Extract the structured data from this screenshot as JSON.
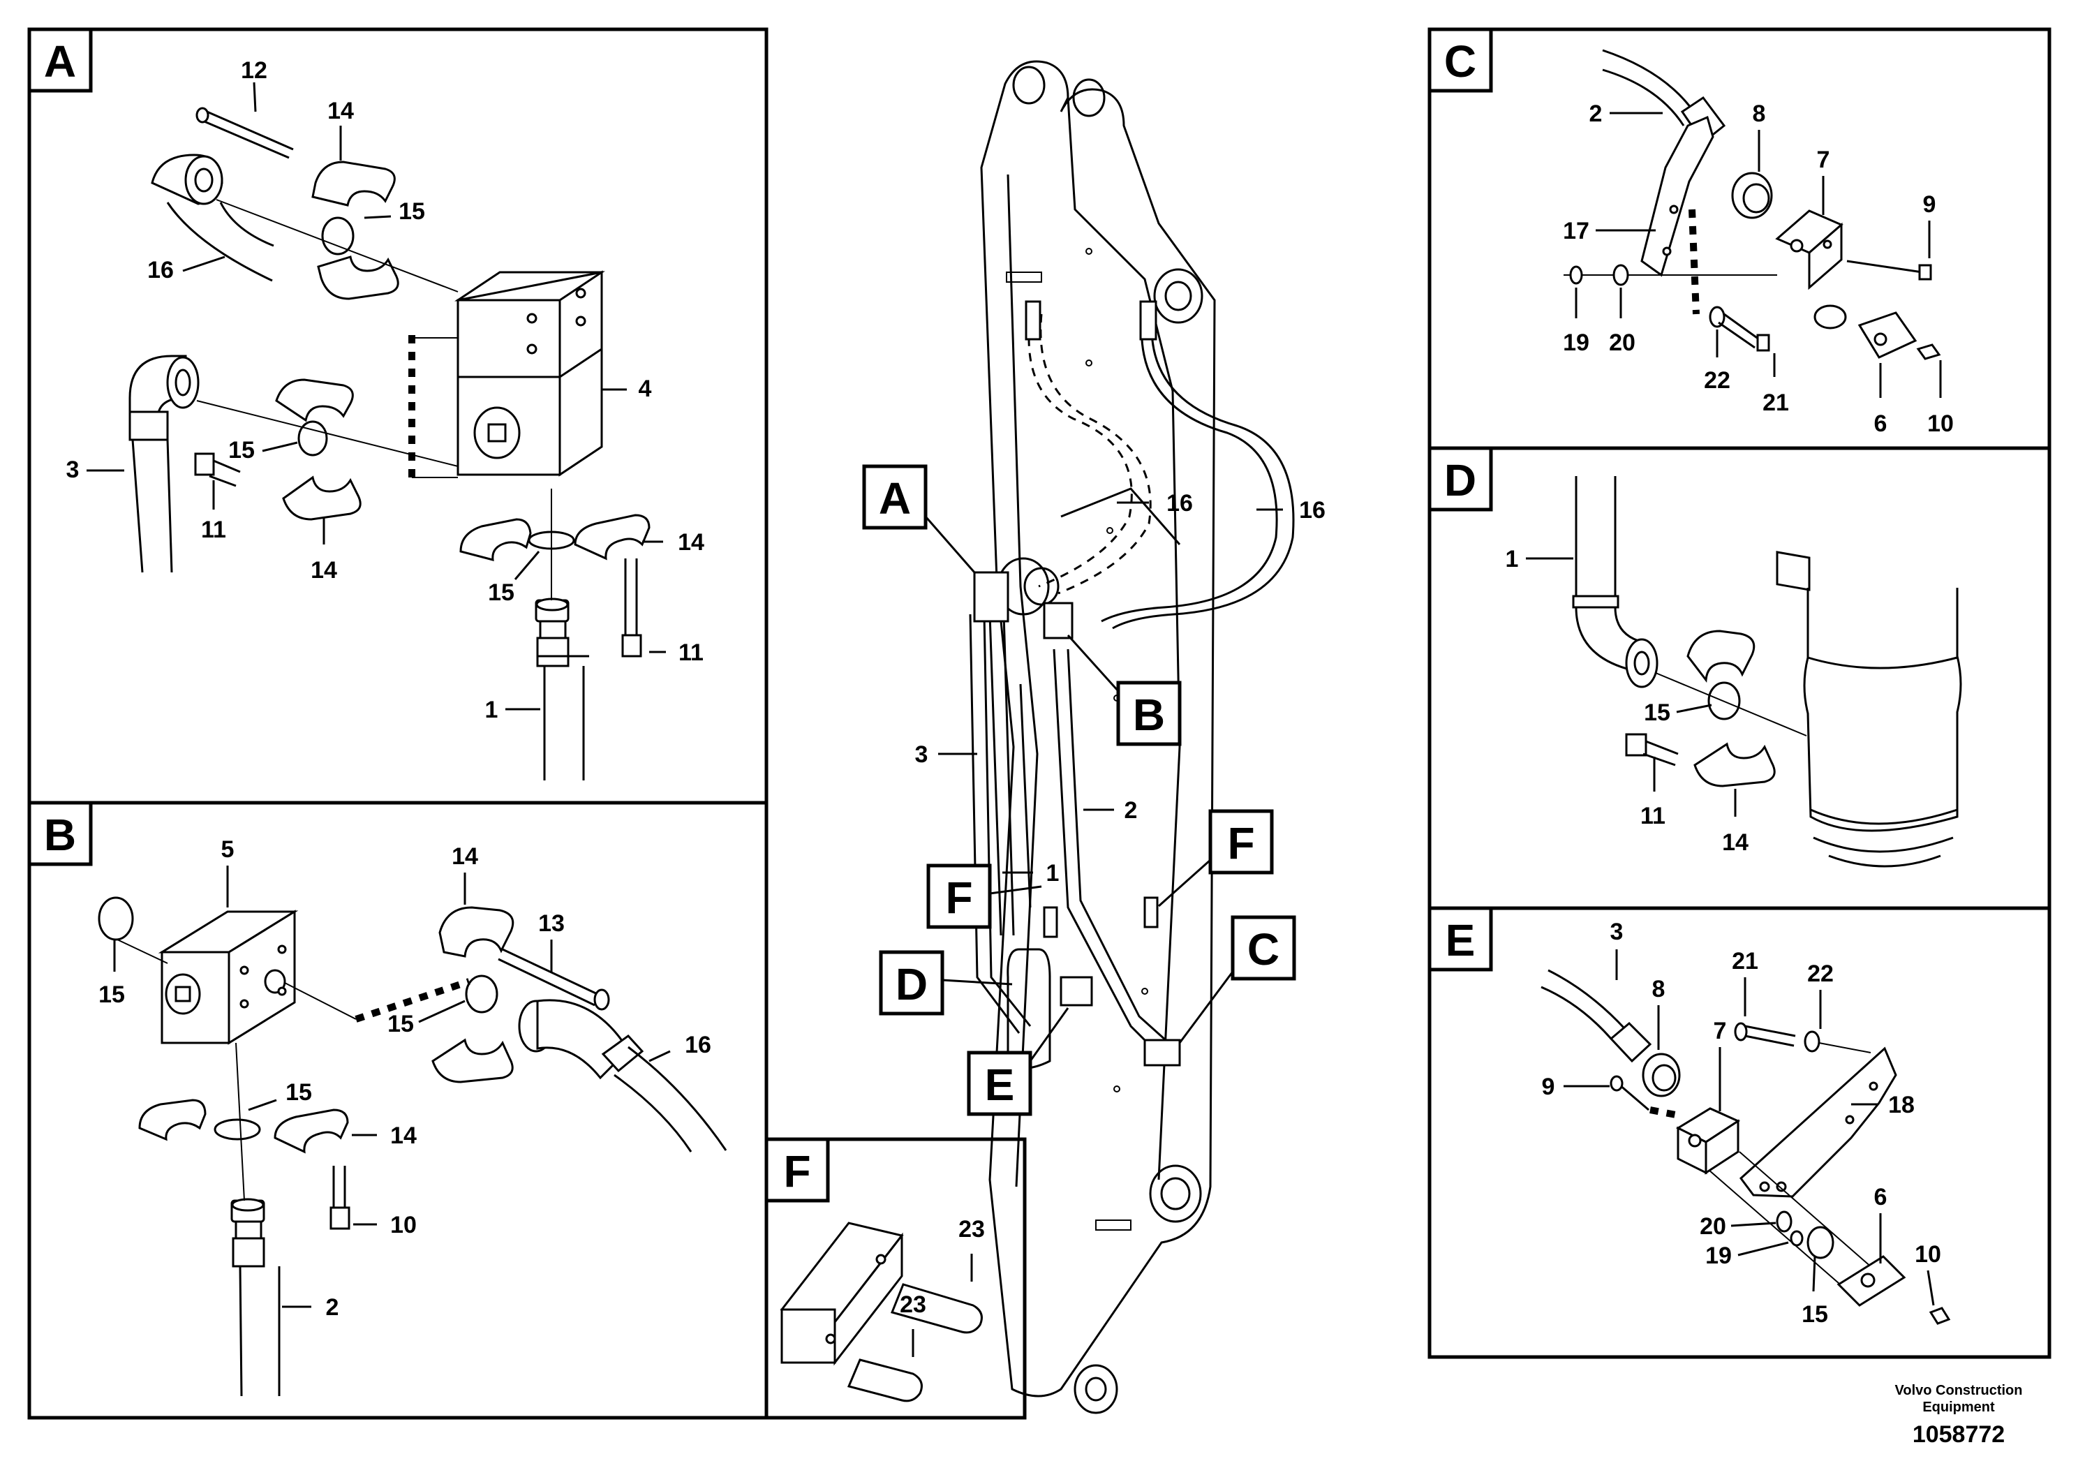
{
  "panels": [
    {
      "id": "A",
      "letter": "A",
      "callouts": [
        "12",
        "14",
        "15",
        "16",
        "4",
        "3",
        "15",
        "11",
        "14",
        "14",
        "15",
        "11",
        "1"
      ]
    },
    {
      "id": "B",
      "letter": "B",
      "callouts": [
        "5",
        "14",
        "13",
        "15",
        "15",
        "16",
        "15",
        "14",
        "10",
        "2"
      ]
    },
    {
      "id": "C",
      "letter": "C",
      "callouts": [
        "2",
        "8",
        "7",
        "9",
        "17",
        "19",
        "20",
        "22",
        "21",
        "6",
        "10"
      ]
    },
    {
      "id": "D",
      "letter": "D",
      "callouts": [
        "1",
        "15",
        "11",
        "14"
      ]
    },
    {
      "id": "E",
      "letter": "E",
      "callouts": [
        "3",
        "8",
        "21",
        "22",
        "7",
        "9",
        "18",
        "6",
        "20",
        "19",
        "10",
        "15"
      ]
    },
    {
      "id": "F",
      "letter": "F",
      "callouts": [
        "23",
        "23"
      ]
    }
  ],
  "main_view": {
    "letters": [
      "A",
      "B",
      "F",
      "D",
      "E",
      "F",
      "C"
    ],
    "callouts": [
      "16",
      "16",
      "3",
      "2",
      "1"
    ]
  },
  "footer": {
    "company_line1": "Volvo Construction",
    "company_line2": "Equipment",
    "doc_number": "1058772"
  }
}
